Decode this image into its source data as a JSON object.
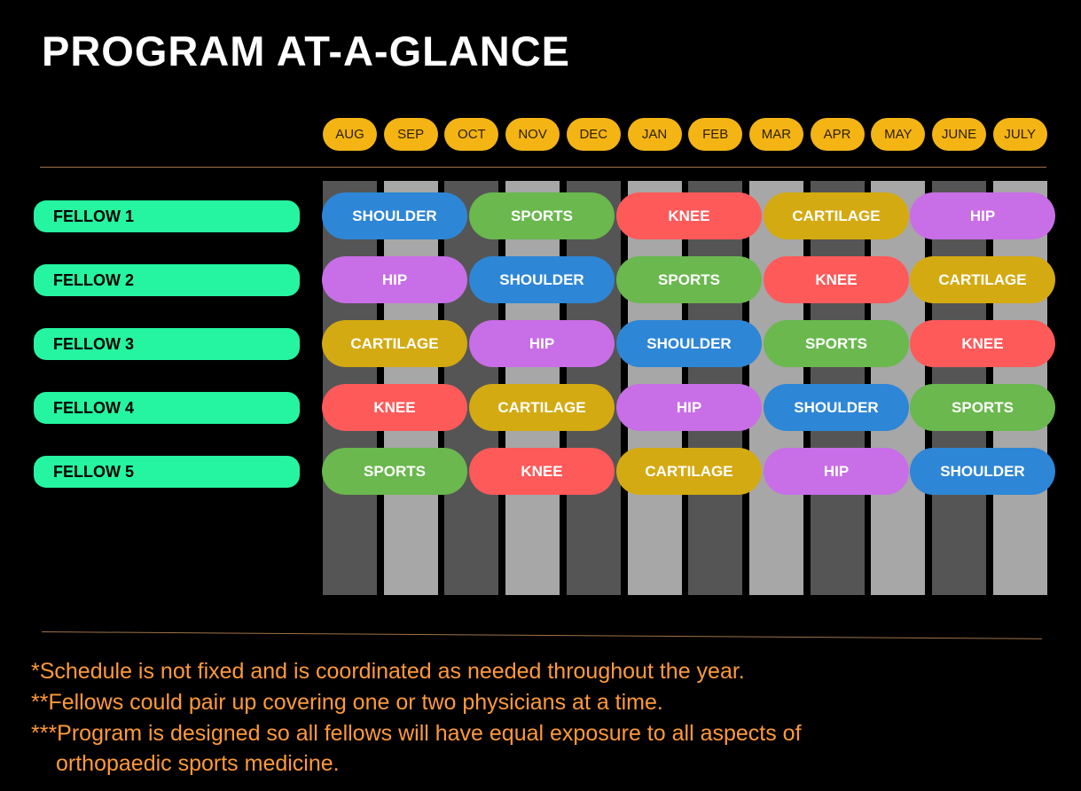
{
  "title": "PROGRAM AT-A-GLANCE",
  "months": [
    "AUG",
    "SEP",
    "OCT",
    "NOV",
    "DEC",
    "JAN",
    "FEB",
    "MAR",
    "APR",
    "MAY",
    "JUNE",
    "JULY"
  ],
  "fellows": [
    "FELLOW 1",
    "FELLOW 2",
    "FELLOW 3",
    "FELLOW 4",
    "FELLOW 5"
  ],
  "rotations": {
    "shoulder": {
      "label": "SHOULDER",
      "color": "#2e86d6"
    },
    "sports": {
      "label": "SPORTS",
      "color": "#6ab84e"
    },
    "knee": {
      "label": "KNEE",
      "color": "#ff5a5a"
    },
    "cartilage": {
      "label": "CARTILAGE",
      "color": "#d4aa12"
    },
    "hip": {
      "label": "HIP",
      "color": "#c86ee6"
    }
  },
  "schedule": [
    [
      "shoulder",
      "sports",
      "knee",
      "cartilage",
      "hip"
    ],
    [
      "hip",
      "shoulder",
      "sports",
      "knee",
      "cartilage"
    ],
    [
      "cartilage",
      "hip",
      "shoulder",
      "sports",
      "knee"
    ],
    [
      "knee",
      "cartilage",
      "hip",
      "shoulder",
      "sports"
    ],
    [
      "sports",
      "knee",
      "cartilage",
      "hip",
      "shoulder"
    ]
  ],
  "notes": [
    "*Schedule is not fixed and is coordinated as needed throughout the year.",
    "**Fellows could pair up covering one or two physicians at a time.",
    "***Program is designed so all fellows will have equal exposure to all aspects of",
    "orthopaedic sports medicine."
  ]
}
